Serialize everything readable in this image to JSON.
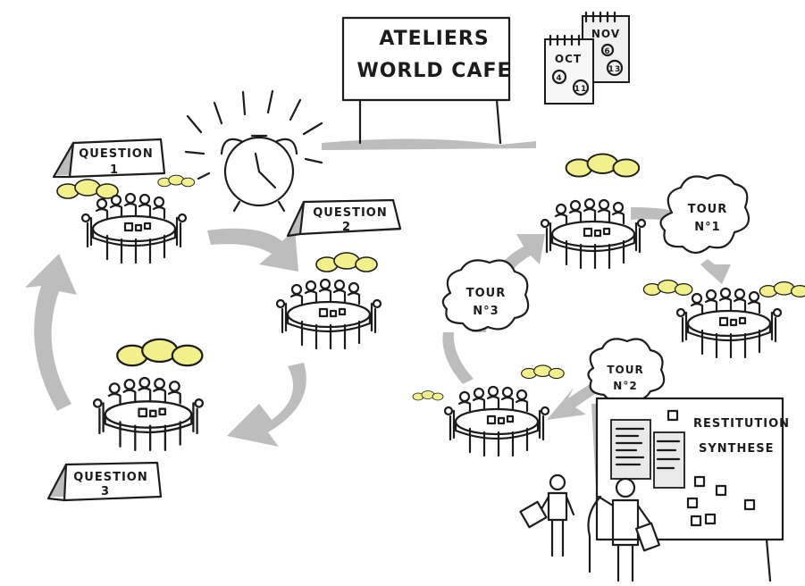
{
  "sign": {
    "line1": "ATELIERS",
    "line2": "WORLD CAFE"
  },
  "calendars": [
    {
      "month": "OCT",
      "days": [
        "4",
        "11"
      ]
    },
    {
      "month": "NOV",
      "days": [
        "6",
        "13"
      ]
    }
  ],
  "questions": [
    {
      "label": "QUESTION",
      "number": "1"
    },
    {
      "label": "QUESTION",
      "number": "2"
    },
    {
      "label": "QUESTION",
      "number": "3"
    }
  ],
  "tours": [
    {
      "label": "TOUR",
      "number": "N°1"
    },
    {
      "label": "TOUR",
      "number": "N°2"
    },
    {
      "label": "TOUR",
      "number": "N°3"
    }
  ],
  "board": {
    "line1": "RESTITUTION",
    "line2": "SYNTHESE"
  },
  "colors": {
    "ink": "#1c1c1c",
    "arrow": "#bdbdbd",
    "idea": "#ece55a"
  }
}
